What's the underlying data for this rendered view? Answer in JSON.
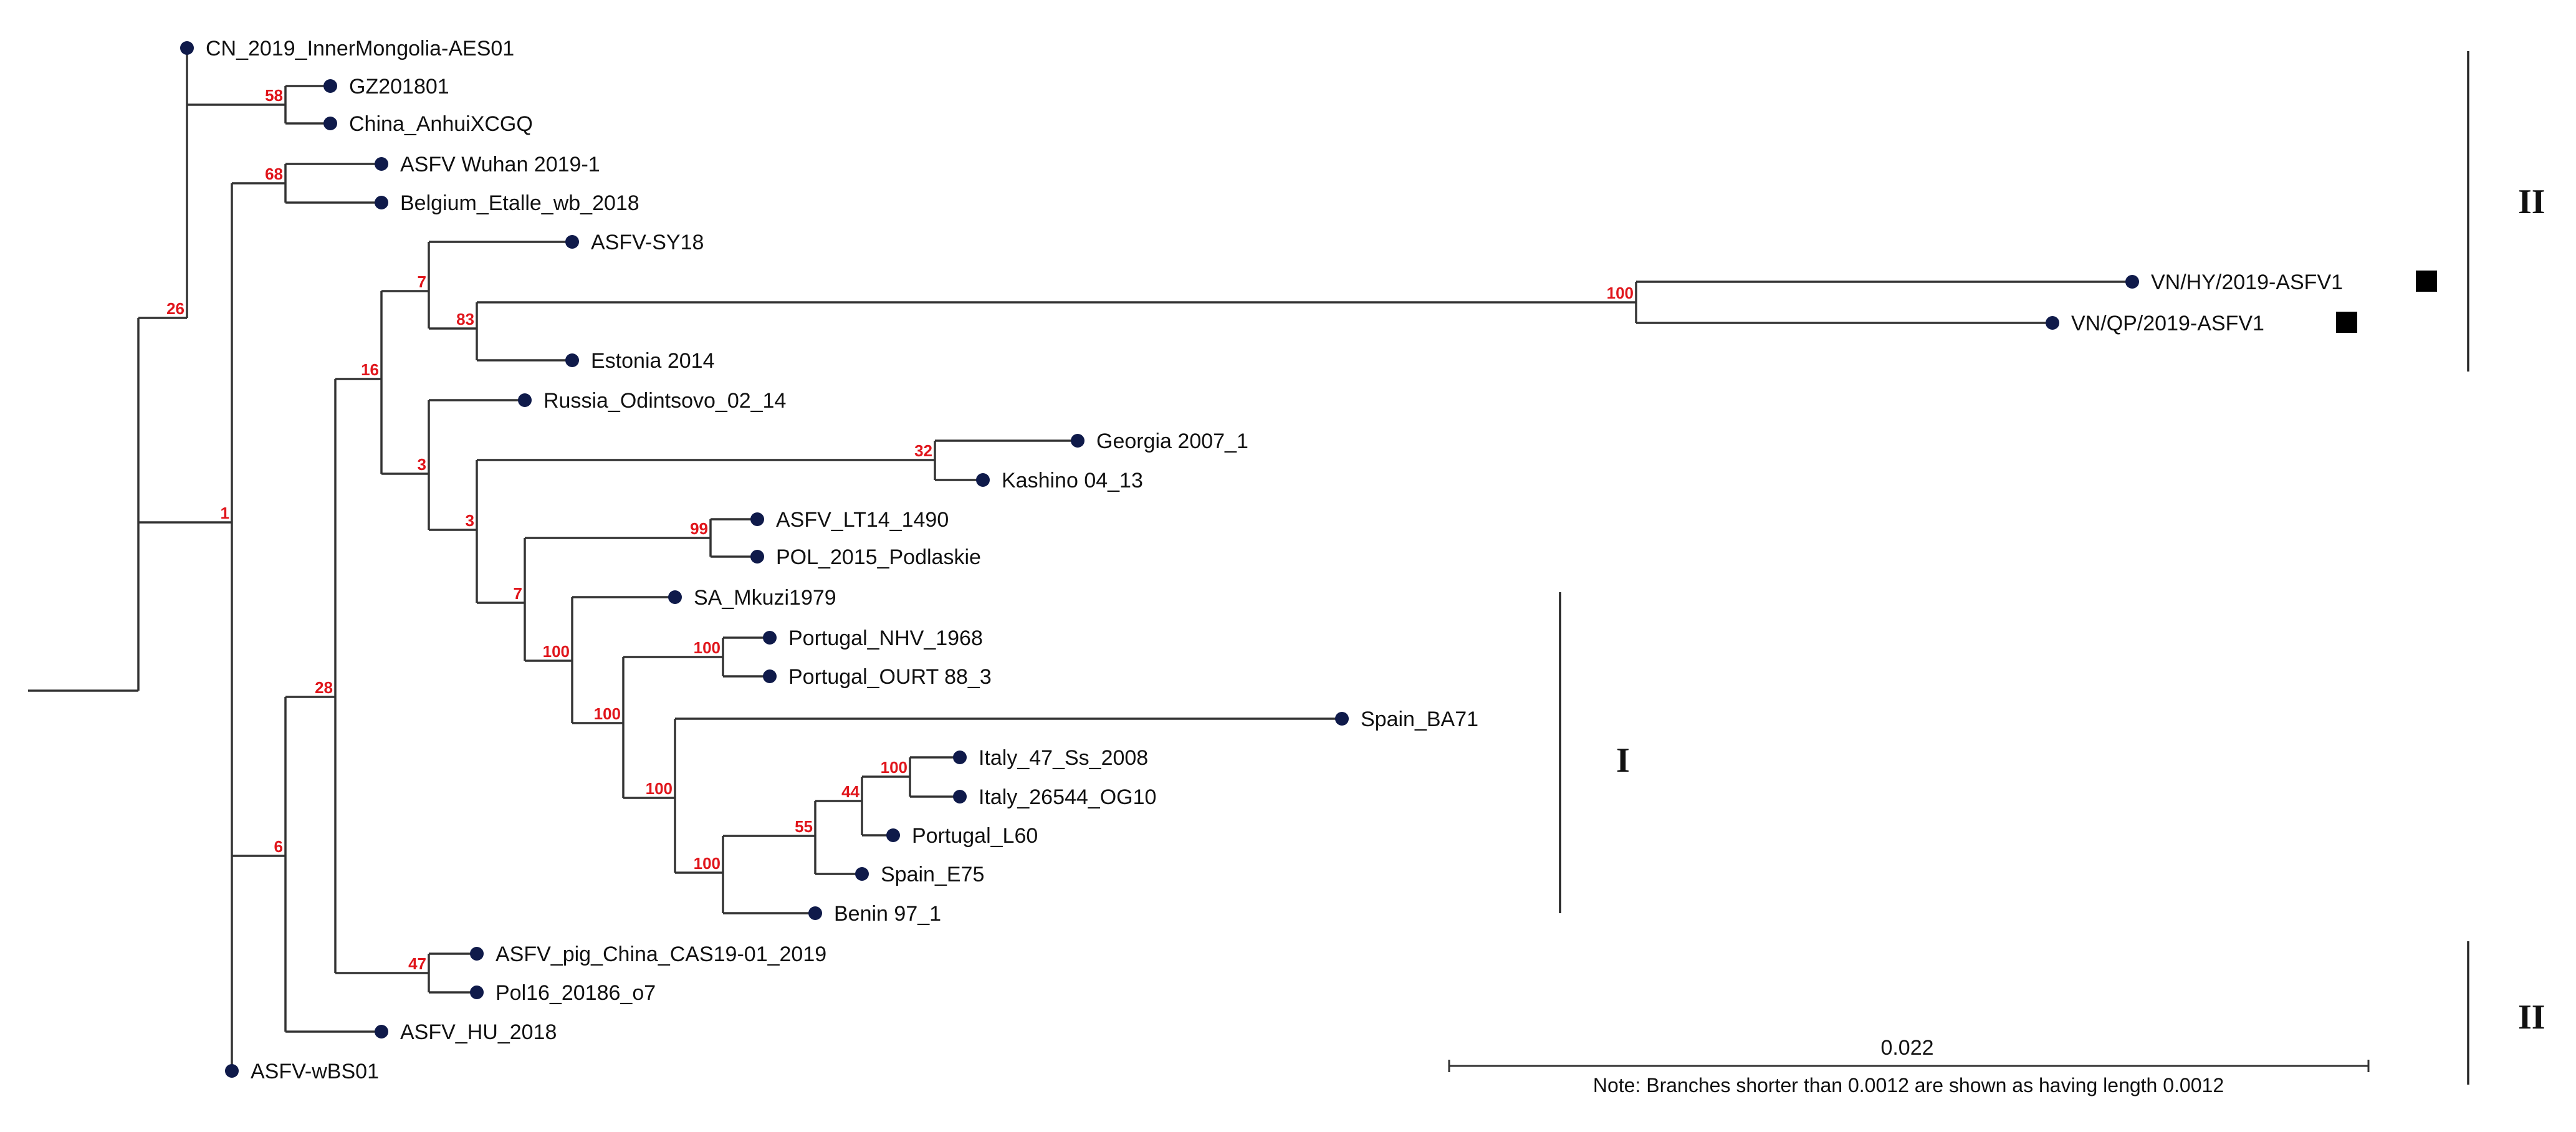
{
  "tree": {
    "nodes": [
      {
        "id": "root"
      },
      {
        "id": "n26",
        "support": "26"
      },
      {
        "id": "n58",
        "support": "58"
      },
      {
        "id": "n1",
        "support": "1"
      },
      {
        "id": "n68",
        "support": "68"
      },
      {
        "id": "n6",
        "support": "6"
      },
      {
        "id": "n28",
        "support": "28"
      },
      {
        "id": "n16",
        "support": "16"
      },
      {
        "id": "n7a",
        "support": "7"
      },
      {
        "id": "n83",
        "support": "83"
      },
      {
        "id": "n100vn",
        "support": "100"
      },
      {
        "id": "n3a",
        "support": "3"
      },
      {
        "id": "n3b",
        "support": "3"
      },
      {
        "id": "n32",
        "support": "32"
      },
      {
        "id": "n7b",
        "support": "7"
      },
      {
        "id": "n99",
        "support": "99"
      },
      {
        "id": "n100a",
        "support": "100"
      },
      {
        "id": "n100b",
        "support": "100"
      },
      {
        "id": "n100p",
        "support": "100"
      },
      {
        "id": "n100c",
        "support": "100"
      },
      {
        "id": "n100d",
        "support": "100"
      },
      {
        "id": "n55",
        "support": "55"
      },
      {
        "id": "n44",
        "support": "44"
      },
      {
        "id": "n100i",
        "support": "100"
      },
      {
        "id": "n47",
        "support": "47"
      }
    ],
    "leaves": [
      {
        "id": "cn_inner",
        "label": "CN_2019_InnerMongolia-AES01"
      },
      {
        "id": "gz",
        "label": "GZ201801"
      },
      {
        "id": "anhui",
        "label": "China_AnhuiXCGQ"
      },
      {
        "id": "wuhan",
        "label": "ASFV Wuhan 2019-1"
      },
      {
        "id": "belgium",
        "label": "Belgium_Etalle_wb_2018"
      },
      {
        "id": "sy18",
        "label": "ASFV-SY18"
      },
      {
        "id": "vnhy",
        "label": "VN/HY/2019-ASFV1"
      },
      {
        "id": "vnqp",
        "label": "VN/QP/2019-ASFV1"
      },
      {
        "id": "estonia",
        "label": "Estonia 2014"
      },
      {
        "id": "russia",
        "label": "Russia_Odintsovo_02_14"
      },
      {
        "id": "georgia",
        "label": "Georgia 2007_1"
      },
      {
        "id": "kashino",
        "label": "Kashino 04_13"
      },
      {
        "id": "lt14",
        "label": "ASFV_LT14_1490"
      },
      {
        "id": "pol2015",
        "label": "POL_2015_Podlaskie"
      },
      {
        "id": "mkuzi",
        "label": "SA_Mkuzi1979"
      },
      {
        "id": "nhv",
        "label": "Portugal_NHV_1968"
      },
      {
        "id": "ourt",
        "label": "Portugal_OURT 88_3"
      },
      {
        "id": "ba71",
        "label": "Spain_BA71"
      },
      {
        "id": "italy47",
        "label": "Italy_47_Ss_2008"
      },
      {
        "id": "italy26544",
        "label": "Italy_26544_OG10"
      },
      {
        "id": "l60",
        "label": "Portugal_L60"
      },
      {
        "id": "e75",
        "label": "Spain_E75"
      },
      {
        "id": "benin",
        "label": "Benin 97_1"
      },
      {
        "id": "cas19",
        "label": "ASFV_pig_China_CAS19-01_2019"
      },
      {
        "id": "pol16",
        "label": "Pol16_20186_o7"
      },
      {
        "id": "hu2018",
        "label": "ASFV_HU_2018"
      },
      {
        "id": "wbs01",
        "label": "ASFV-wBS01"
      }
    ]
  },
  "clades": [
    {
      "id": "clade-II-top",
      "label": "II"
    },
    {
      "id": "clade-I",
      "label": "I"
    },
    {
      "id": "clade-II-bottom",
      "label": "II"
    }
  ],
  "scale_bar": {
    "value": "0.022",
    "note": "Note: Branches shorter than 0.0012 are shown as having length 0.0012"
  },
  "colors": {
    "tip": "#0f1a4a",
    "support": "#e0151b",
    "branch": "#333333",
    "marker": "#000000"
  }
}
